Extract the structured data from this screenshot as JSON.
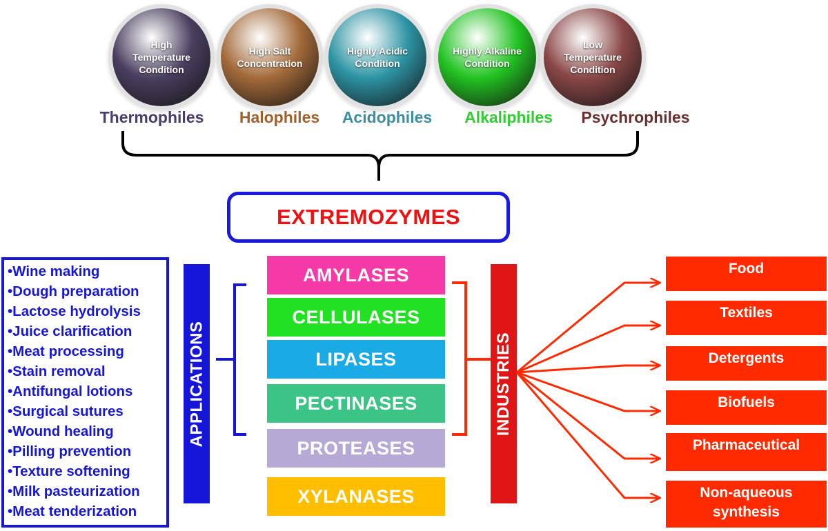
{
  "conditions": [
    {
      "label": "High\nTemperature\nCondition",
      "organism": "Thermophiles",
      "organism_color": "#4a3c6b",
      "sphere_color": "#4a3f5f"
    },
    {
      "label": "High Salt\nConcentration",
      "organism": "Halophiles",
      "organism_color": "#a0602b",
      "sphere_color": "#a36a3a"
    },
    {
      "label": "Highly Acidic\nCondition",
      "organism": "Acidophiles",
      "organism_color": "#3a8fa3",
      "sphere_color": "#2d94a4"
    },
    {
      "label": "Highly Alkaline\nCondition",
      "organism": "Alkaliphiles",
      "organism_color": "#33cc33",
      "sphere_color": "#22c322"
    },
    {
      "label": "Low\nTemperature\nCondition",
      "organism": "Psychrophiles",
      "organism_color": "#6b2e2e",
      "sphere_color": "#8a4747"
    }
  ],
  "center": {
    "title": "EXTREMOZYMES"
  },
  "applications": {
    "bar_label": "APPLICATIONS",
    "items": [
      "•Wine making",
      "•Dough preparation",
      "•Lactose hydrolysis",
      "•Juice clarification",
      "•Meat processing",
      "•Stain removal",
      "•Antifungal lotions",
      "•Surgical sutures",
      "•Wound healing",
      "•Pilling prevention",
      "•Texture softening",
      "•Milk pasteurization",
      "•Meat tenderization"
    ]
  },
  "enzymes": [
    {
      "name": "AMYLASES",
      "color": "#f53aa8"
    },
    {
      "name": "CELLULASES",
      "color": "#22e022"
    },
    {
      "name": "LIPASES",
      "color": "#1aaae6"
    },
    {
      "name": "PECTINASES",
      "color": "#3cc487"
    },
    {
      "name": "PROTEASES",
      "color": "#b7a9d6"
    },
    {
      "name": "XYLANASES",
      "color": "#ffbf00"
    }
  ],
  "industries": {
    "bar_label": "INDUSTRIES",
    "items": [
      "Food",
      "Textiles",
      "Detergents",
      "Biofuels",
      "Pharmaceutical",
      "Non-aqueous synthesis"
    ]
  },
  "colors": {
    "blue": "#1616d8",
    "red": "#ff2a00",
    "industry_bar": "#e01515",
    "black": "#000000"
  }
}
